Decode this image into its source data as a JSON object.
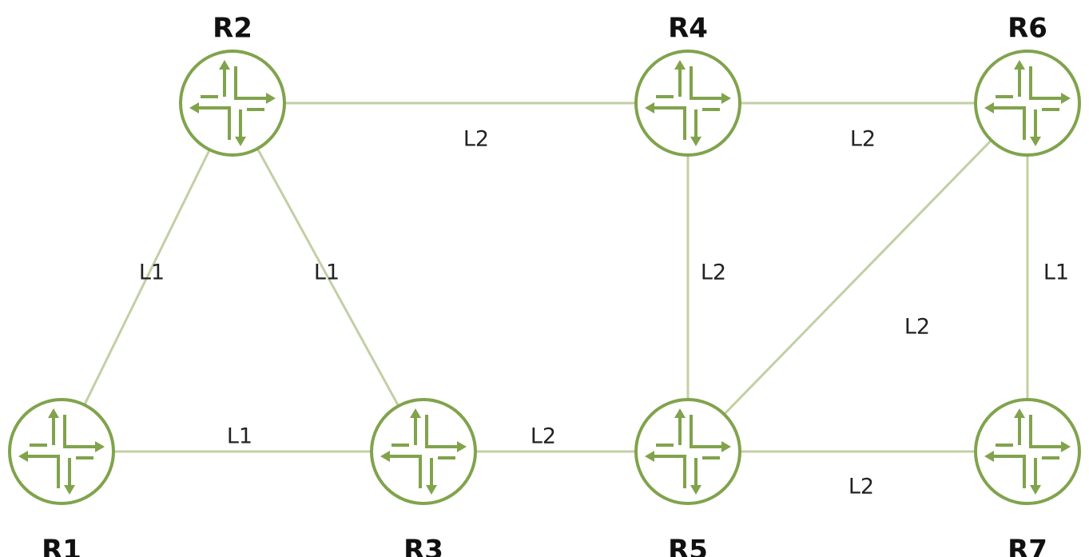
{
  "colors": {
    "router": "#80a34c",
    "link": "#c2cfa5",
    "label": "#222222",
    "name": "#111111"
  },
  "routers": [
    {
      "id": "R1",
      "name": "R1"
    },
    {
      "id": "R2",
      "name": "R2"
    },
    {
      "id": "R3",
      "name": "R3"
    },
    {
      "id": "R4",
      "name": "R4"
    },
    {
      "id": "R5",
      "name": "R5"
    },
    {
      "id": "R6",
      "name": "R6"
    },
    {
      "id": "R7",
      "name": "R7"
    }
  ],
  "links": [
    {
      "id": "r1-r2",
      "from": "R1",
      "to": "R2",
      "label": "L1"
    },
    {
      "id": "r2-r3",
      "from": "R2",
      "to": "R3",
      "label": "L1"
    },
    {
      "id": "r1-r3",
      "from": "R1",
      "to": "R3",
      "label": "L1"
    },
    {
      "id": "r2-r4",
      "from": "R2",
      "to": "R4",
      "label": "L2"
    },
    {
      "id": "r3-r5",
      "from": "R3",
      "to": "R5",
      "label": "L2"
    },
    {
      "id": "r4-r6",
      "from": "R4",
      "to": "R6",
      "label": "L2"
    },
    {
      "id": "r4-r5",
      "from": "R4",
      "to": "R5",
      "label": "L2"
    },
    {
      "id": "r5-r6",
      "from": "R5",
      "to": "R6",
      "label": "L2"
    },
    {
      "id": "r6-r7",
      "from": "R6",
      "to": "R7",
      "label": "L1"
    },
    {
      "id": "r5-r7",
      "from": "R5",
      "to": "R7",
      "label": "L2"
    }
  ]
}
